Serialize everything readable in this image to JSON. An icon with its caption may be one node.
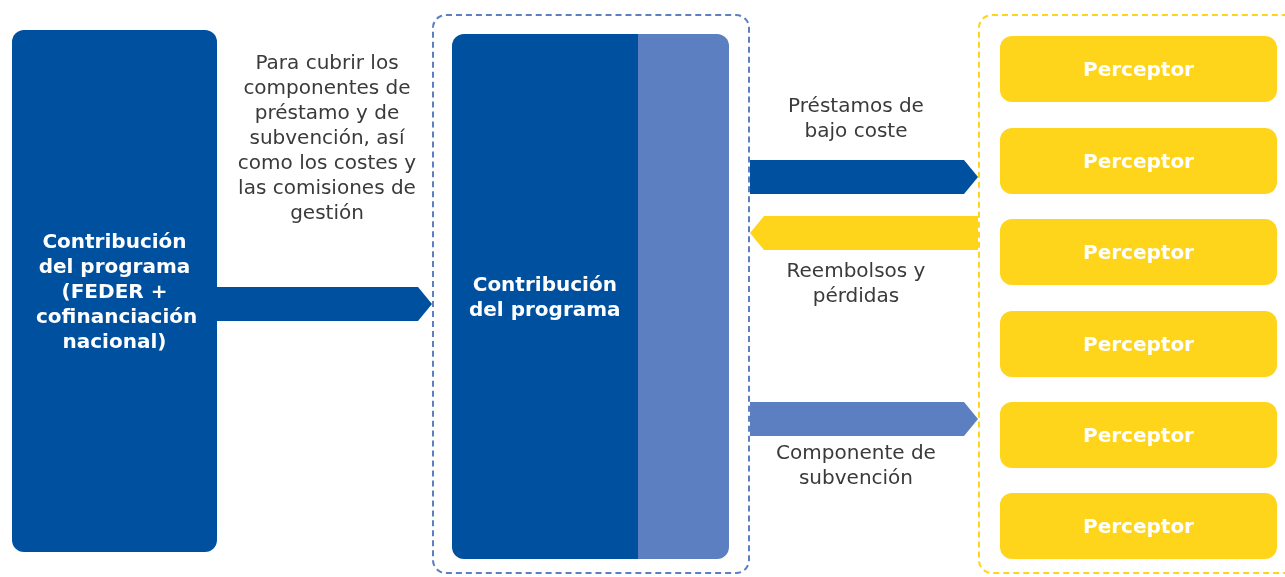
{
  "diagram": {
    "nodes": [
      {
        "text": [
          "Contribución del programa (FEDER + cofinanciación nacional)"
        ]
      },
      {
        "text": [],
        "shape": "box"
      },
      {
        "text": [
          "Contribución del programa"
        ],
        "in": 1
      },
      {
        "text": [],
        "shape": "box"
      },
      {
        "text": [
          "Perceptor"
        ],
        "in": 3
      },
      {
        "text": [
          "Perceptor"
        ],
        "in": 3
      },
      {
        "text": [
          "Perceptor"
        ],
        "in": 3
      },
      {
        "text": [
          "Perceptor"
        ],
        "in": 3
      },
      {
        "text": [
          "Perceptor"
        ],
        "in": 3
      },
      {
        "text": [
          "Perceptor"
        ],
        "in": 3
      }
    ],
    "edges": [
      {
        "from": 0,
        "to": 1,
        "arrow": "to",
        "label": "Para cubrir los componentes de préstamo y de subvención, así como los costes y las comisiones de gestión"
      },
      {
        "from": 1,
        "to": 3,
        "arrow": "to",
        "label": "Préstamos de bajo coste"
      },
      {
        "from": 3,
        "to": 1,
        "arrow": "to",
        "label": "Reembolsos y pérdidas",
        "color": "#fed51a"
      },
      {
        "from": 1,
        "to": 3,
        "arrow": "to",
        "label": "Componente de subvención",
        "color": "#5b7fc0"
      }
    ]
  }
}
